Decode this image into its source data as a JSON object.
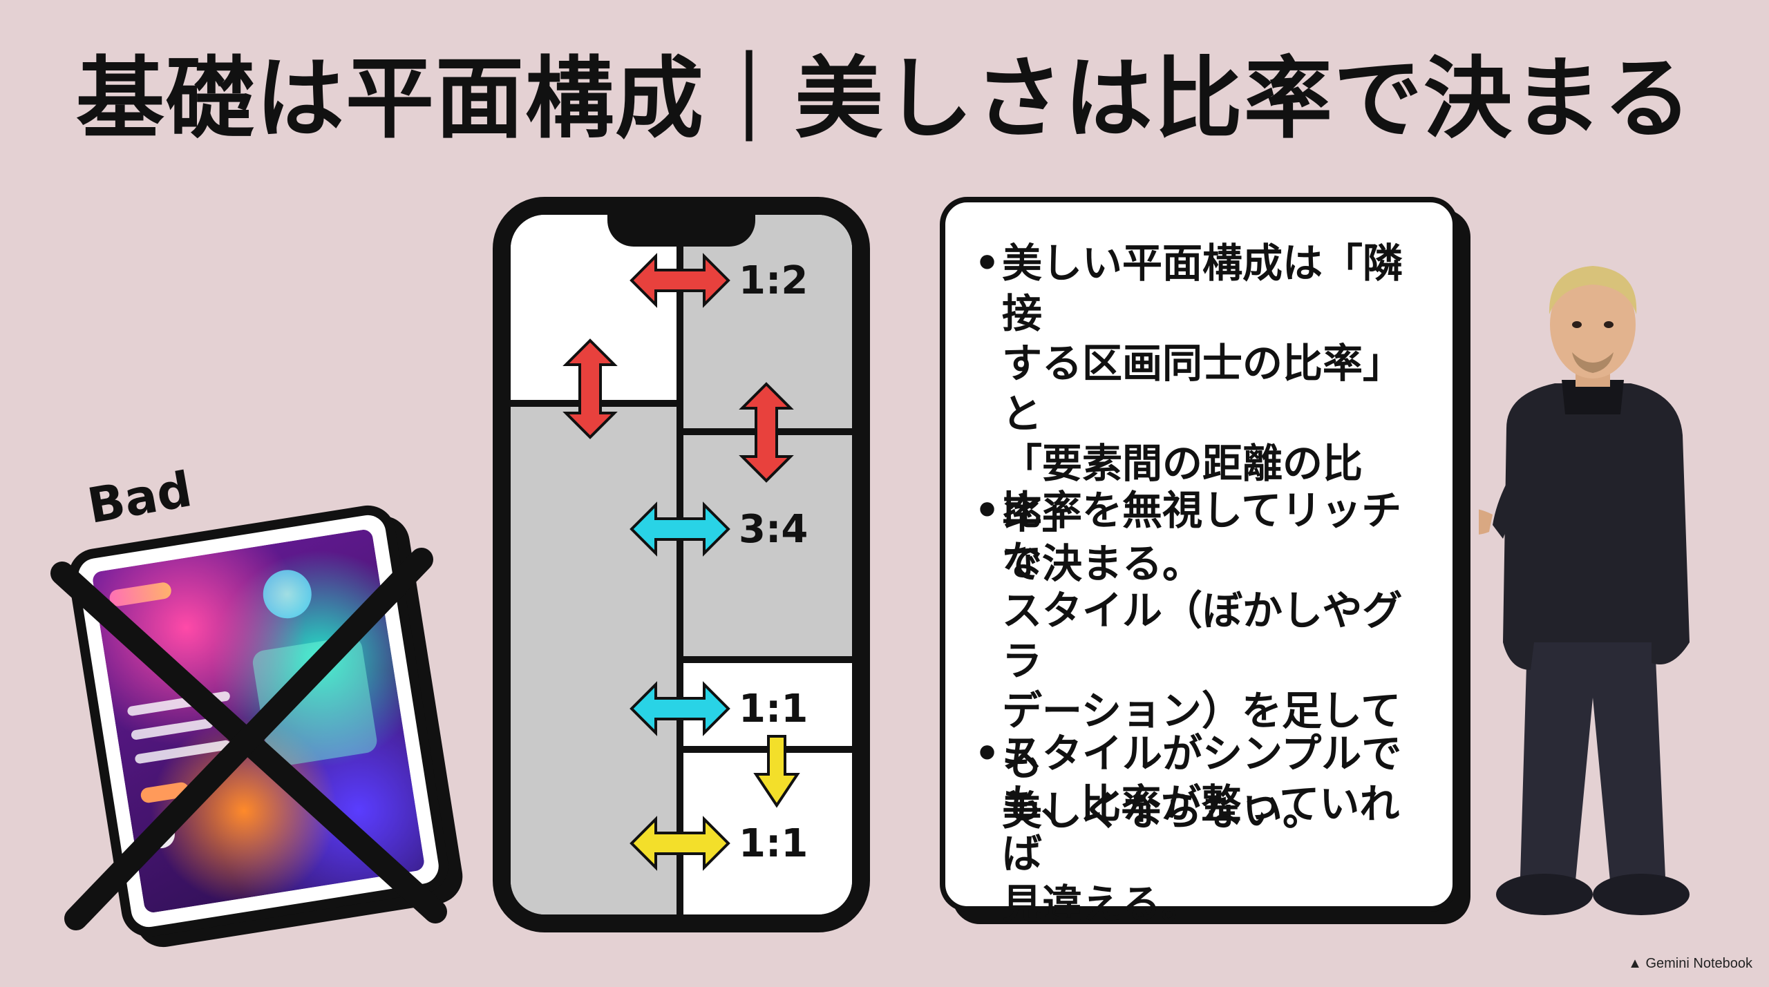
{
  "title": "基礎は平面構成｜美しさは比率で決まる",
  "bad_card": {
    "label": "Bad"
  },
  "phone": {
    "ratios": [
      "1:2",
      "3:4",
      "1:1",
      "1:1"
    ],
    "colors": {
      "red": "#e8413d",
      "cyan": "#29d3e6",
      "yellow": "#f3df2a",
      "gray": "#c9c9c9"
    }
  },
  "card": {
    "bullets": [
      "美しい平面構成は「隣接\nする区画同士の比率」と\n「要素間の距離の比率」\nで決まる。",
      "比率を無視してリッチな\nスタイル（ぼかしやグラ\nデーション）を足しても\n美しくならない。",
      "スタイルがシンプルで\nも、比率が整っていれば\n見違える。"
    ],
    "bullet_mark": "•"
  },
  "footer": {
    "brand": "Gemini Notebook",
    "logo_icon": "gemini-logo-icon"
  }
}
